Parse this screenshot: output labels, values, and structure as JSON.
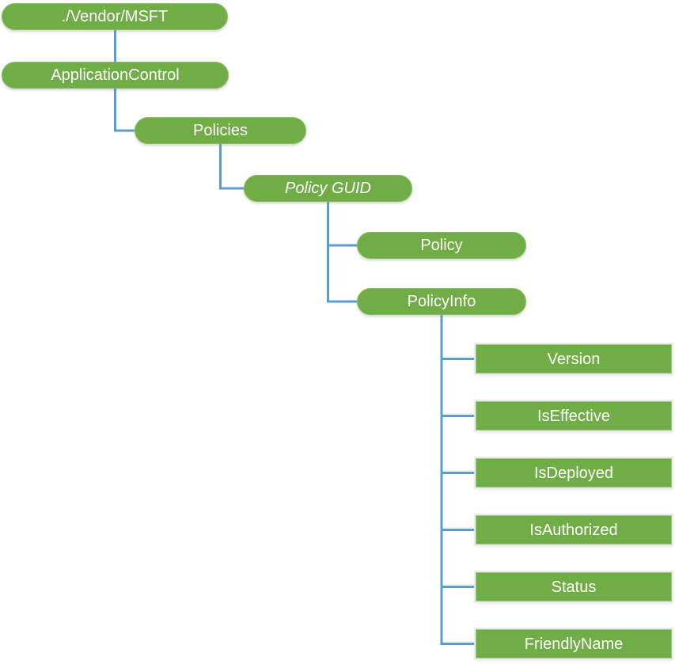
{
  "diagram": {
    "type": "tree",
    "description_colors": {
      "node_fill": "#70AD47",
      "node_text": "#FFFFFF",
      "connector": "#5B9BD5"
    },
    "nodes": {
      "vendor_msft": {
        "label": "./Vendor/MSFT"
      },
      "application_control": {
        "label": "ApplicationControl"
      },
      "policies": {
        "label": "Policies"
      },
      "policy_guid": {
        "label": "Policy GUID"
      },
      "policy": {
        "label": "Policy"
      },
      "policy_info": {
        "label": "PolicyInfo"
      },
      "version": {
        "label": "Version"
      },
      "is_effective": {
        "label": "IsEffective"
      },
      "is_deployed": {
        "label": "IsDeployed"
      },
      "is_authorized": {
        "label": "IsAuthorized"
      },
      "status": {
        "label": "Status"
      },
      "friendly_name": {
        "label": "FriendlyName"
      }
    },
    "hierarchy": [
      {
        "parent": "vendor_msft",
        "children": [
          "application_control"
        ]
      },
      {
        "parent": "application_control",
        "children": [
          "policies"
        ]
      },
      {
        "parent": "policies",
        "children": [
          "policy_guid"
        ]
      },
      {
        "parent": "policy_guid",
        "children": [
          "policy",
          "policy_info"
        ]
      },
      {
        "parent": "policy_info",
        "children": [
          "version",
          "is_effective",
          "is_deployed",
          "is_authorized",
          "status",
          "friendly_name"
        ]
      }
    ]
  }
}
